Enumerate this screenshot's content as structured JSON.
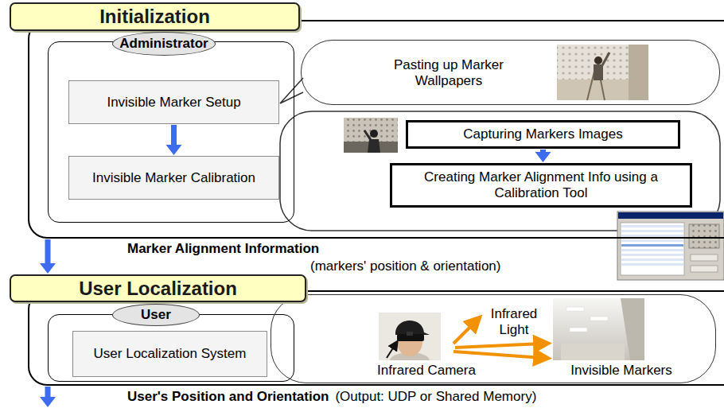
{
  "diagram": {
    "nodes": [
      {
        "text": [
          "Initialization"
        ]
      },
      {
        "text": [
          "Administrator"
        ],
        "in": 0
      },
      {
        "text": [
          "Invisible Marker Setup"
        ],
        "in": 1
      },
      {
        "text": [
          "Invisible Marker Calibration"
        ],
        "in": 1
      },
      {
        "text": [
          "Pasting up Marker Wallpapers"
        ],
        "in": 0
      },
      {
        "text": [
          "Capturing Markers Images"
        ],
        "in": 0
      },
      {
        "text": [
          "Creating Marker Alignment Info using a Calibration Tool"
        ],
        "in": 0
      },
      {
        "text": [
          "User Localization"
        ]
      },
      {
        "text": [
          "User"
        ],
        "in": 7
      },
      {
        "text": [
          "User Localization System"
        ],
        "in": 8
      },
      {
        "text": [
          "Infrared Light",
          "Infrared Camera",
          "Invisible Markers"
        ],
        "in": 7
      }
    ],
    "edges": [
      {
        "from": 2,
        "to": 3,
        "arrow": "to"
      },
      {
        "from": 5,
        "to": 6,
        "arrow": "to"
      },
      {
        "from": 0,
        "to": 7,
        "arrow": "to",
        "label": "Marker Alignment Information"
      }
    ],
    "labels": [
      "(markers' position & orientation)",
      "User's Position and Orientation",
      "(Output: UDP or Shared Memory)"
    ]
  }
}
